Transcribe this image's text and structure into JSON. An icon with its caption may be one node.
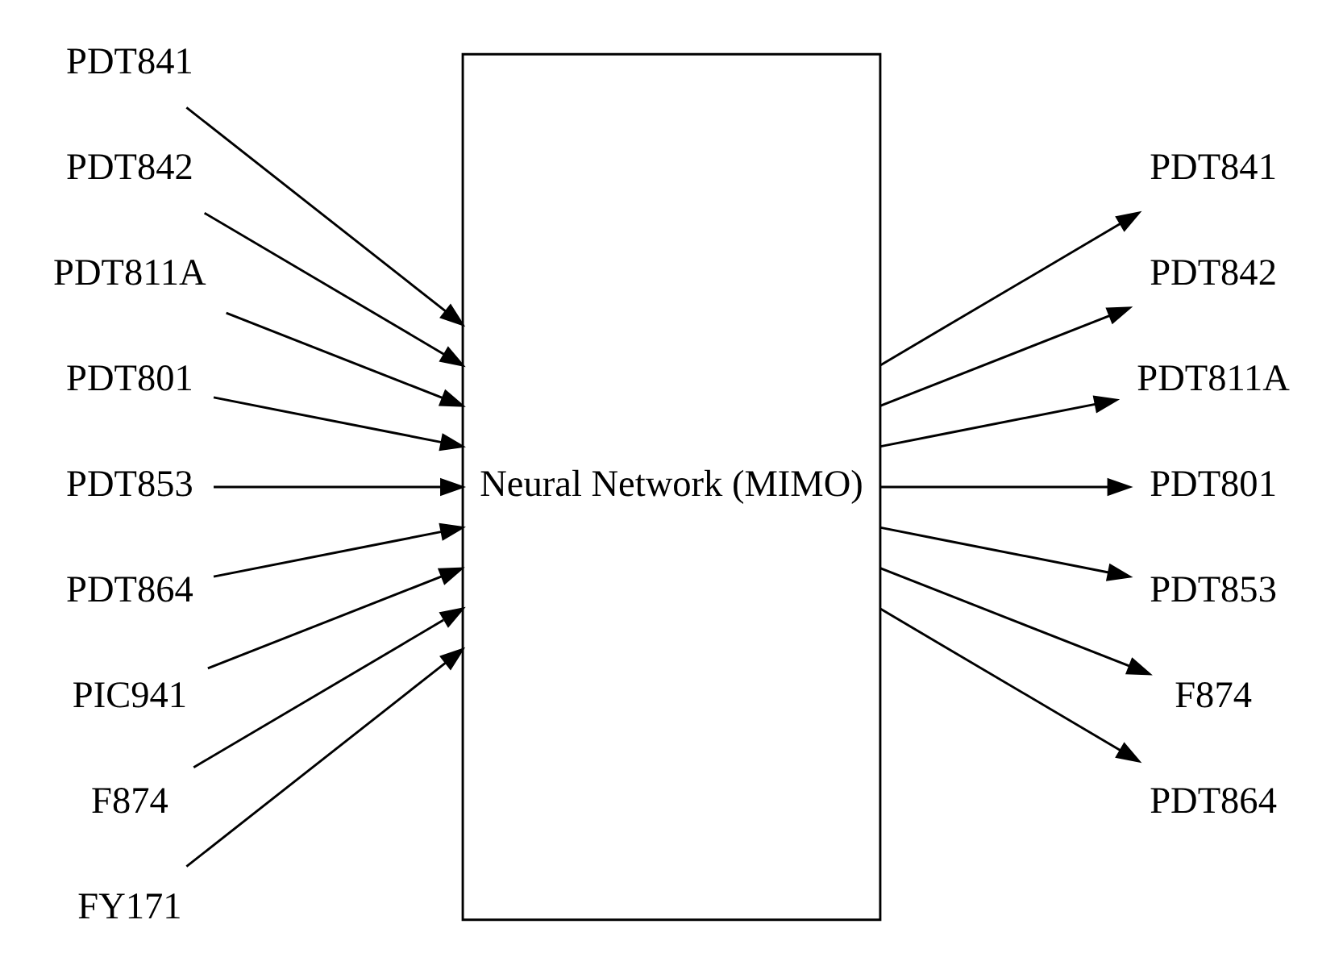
{
  "diagram": {
    "nodes": [
      {
        "text": [
          "PDT841"
        ]
      },
      {
        "text": [
          "PDT842"
        ]
      },
      {
        "text": [
          "PDT811A"
        ]
      },
      {
        "text": [
          "PDT801"
        ]
      },
      {
        "text": [
          "PDT853"
        ]
      },
      {
        "text": [
          "PDT864"
        ]
      },
      {
        "text": [
          "PIC941"
        ]
      },
      {
        "text": [
          "F874"
        ]
      },
      {
        "text": [
          "FY171"
        ]
      },
      {
        "text": [
          "Neural Network (MIMO)"
        ]
      },
      {
        "text": [
          "PDT841"
        ]
      },
      {
        "text": [
          "PDT842"
        ]
      },
      {
        "text": [
          "PDT811A"
        ]
      },
      {
        "text": [
          "PDT801"
        ]
      },
      {
        "text": [
          "PDT853"
        ]
      },
      {
        "text": [
          "F874"
        ]
      },
      {
        "text": [
          "PDT864"
        ]
      }
    ],
    "edges": [
      {
        "from": 0,
        "to": 9,
        "arrow": "to"
      },
      {
        "from": 1,
        "to": 9,
        "arrow": "to"
      },
      {
        "from": 2,
        "to": 9,
        "arrow": "to"
      },
      {
        "from": 3,
        "to": 9,
        "arrow": "to"
      },
      {
        "from": 4,
        "to": 9,
        "arrow": "to"
      },
      {
        "from": 5,
        "to": 9,
        "arrow": "to"
      },
      {
        "from": 6,
        "to": 9,
        "arrow": "to"
      },
      {
        "from": 7,
        "to": 9,
        "arrow": "to"
      },
      {
        "from": 8,
        "to": 9,
        "arrow": "to"
      },
      {
        "from": 9,
        "to": 10,
        "arrow": "to"
      },
      {
        "from": 9,
        "to": 11,
        "arrow": "to"
      },
      {
        "from": 9,
        "to": 12,
        "arrow": "to"
      },
      {
        "from": 9,
        "to": 13,
        "arrow": "to"
      },
      {
        "from": 9,
        "to": 14,
        "arrow": "to"
      },
      {
        "from": 9,
        "to": 15,
        "arrow": "to"
      },
      {
        "from": 9,
        "to": 16,
        "arrow": "to"
      }
    ]
  }
}
